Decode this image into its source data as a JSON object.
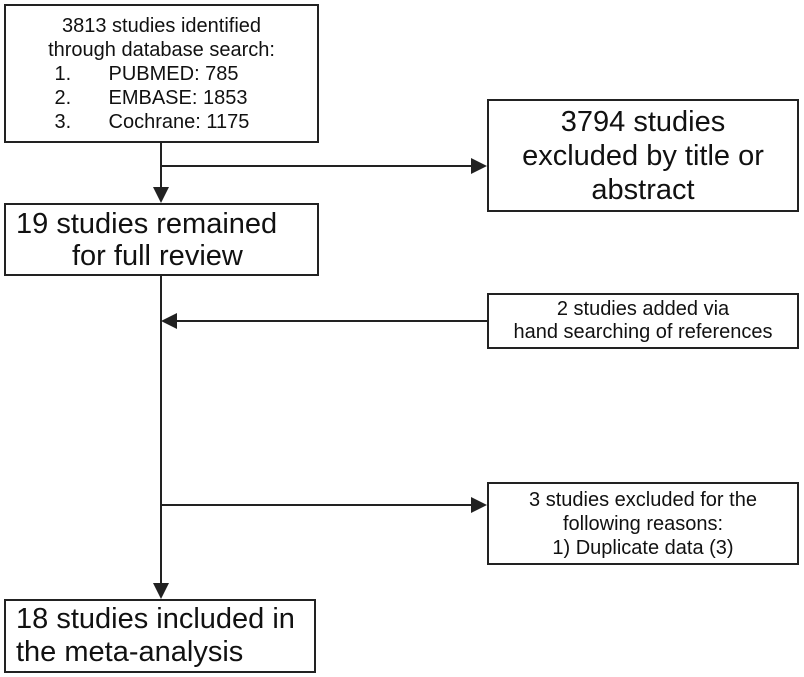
{
  "nodes": {
    "search": {
      "line1": "3813 studies identified",
      "line2": "through database search:",
      "sources": [
        {
          "num": "1.",
          "text": "PUBMED: 785"
        },
        {
          "num": "2.",
          "text": "EMBASE: 1853"
        },
        {
          "num": "3.",
          "text": "Cochrane: 1175"
        }
      ]
    },
    "excluded_title": {
      "line1": "3794 studies",
      "line2": "excluded by title or",
      "line3": "abstract"
    },
    "remained": {
      "line1": "19 studies remained",
      "line2": "for full review"
    },
    "added": {
      "line1": "2 studies added via",
      "line2": "hand searching of references"
    },
    "excluded_reasons": {
      "line1": "3 studies excluded for the",
      "line2": "following reasons:",
      "line3": "1) Duplicate data (3)"
    },
    "included": {
      "line1": "18 studies included in",
      "line2": "the meta-analysis"
    }
  },
  "colors": {
    "border": "#222222",
    "text": "#111111",
    "background": "#ffffff"
  }
}
